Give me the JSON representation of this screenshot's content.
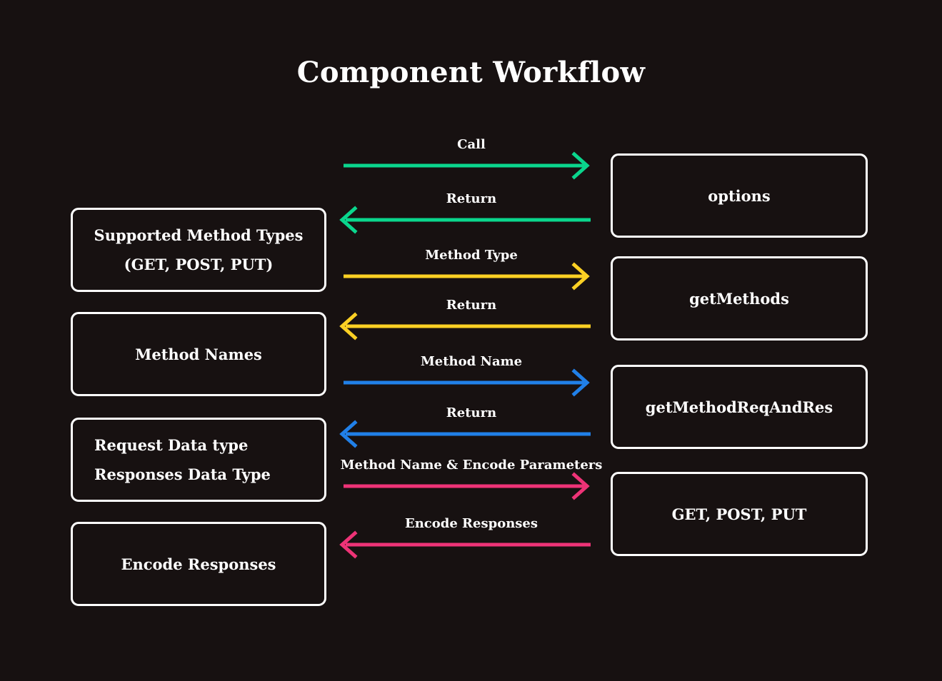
{
  "title": "Component Workflow",
  "colors": {
    "background": "#171111",
    "box_border": "#ffffff",
    "text": "#ffffff",
    "green": "#0ad68d",
    "yellow": "#fbd024",
    "blue": "#2180e8",
    "pink": "#ee3377"
  },
  "diagram": {
    "type": "sequence-workflow",
    "left_nodes": [
      {
        "id": "supported-method-types",
        "line1": "Supported Method Types",
        "line2": "(GET, POST, PUT)",
        "align": "center"
      },
      {
        "id": "method-names",
        "line1": "Method Names",
        "line2": "",
        "align": "center"
      },
      {
        "id": "request-response-types",
        "line1": "Request  Data type",
        "line2": "Responses Data Type",
        "align": "left"
      },
      {
        "id": "encode-responses",
        "line1": "Encode Responses",
        "line2": "",
        "align": "center"
      }
    ],
    "right_nodes": [
      {
        "id": "options",
        "label": "options"
      },
      {
        "id": "getmethods",
        "label": "getMethods"
      },
      {
        "id": "getmethodreqandres",
        "label": "getMethodReqAndRes"
      },
      {
        "id": "get-post-put",
        "label": "GET, POST, PUT"
      }
    ],
    "connectors": [
      {
        "id": "call",
        "label": "Call",
        "direction": "right",
        "color": "green"
      },
      {
        "id": "return-1",
        "label": "Return",
        "direction": "left",
        "color": "green"
      },
      {
        "id": "method-type",
        "label": "Method Type",
        "direction": "right",
        "color": "yellow"
      },
      {
        "id": "return-2",
        "label": "Return",
        "direction": "left",
        "color": "yellow"
      },
      {
        "id": "method-name",
        "label": "Method Name",
        "direction": "right",
        "color": "blue"
      },
      {
        "id": "return-3",
        "label": "Return",
        "direction": "left",
        "color": "blue"
      },
      {
        "id": "method-name-encode",
        "label": "Method Name & Encode Parameters",
        "direction": "right",
        "color": "pink"
      },
      {
        "id": "encode-responses",
        "label": "Encode Responses",
        "direction": "left",
        "color": "pink"
      }
    ]
  }
}
